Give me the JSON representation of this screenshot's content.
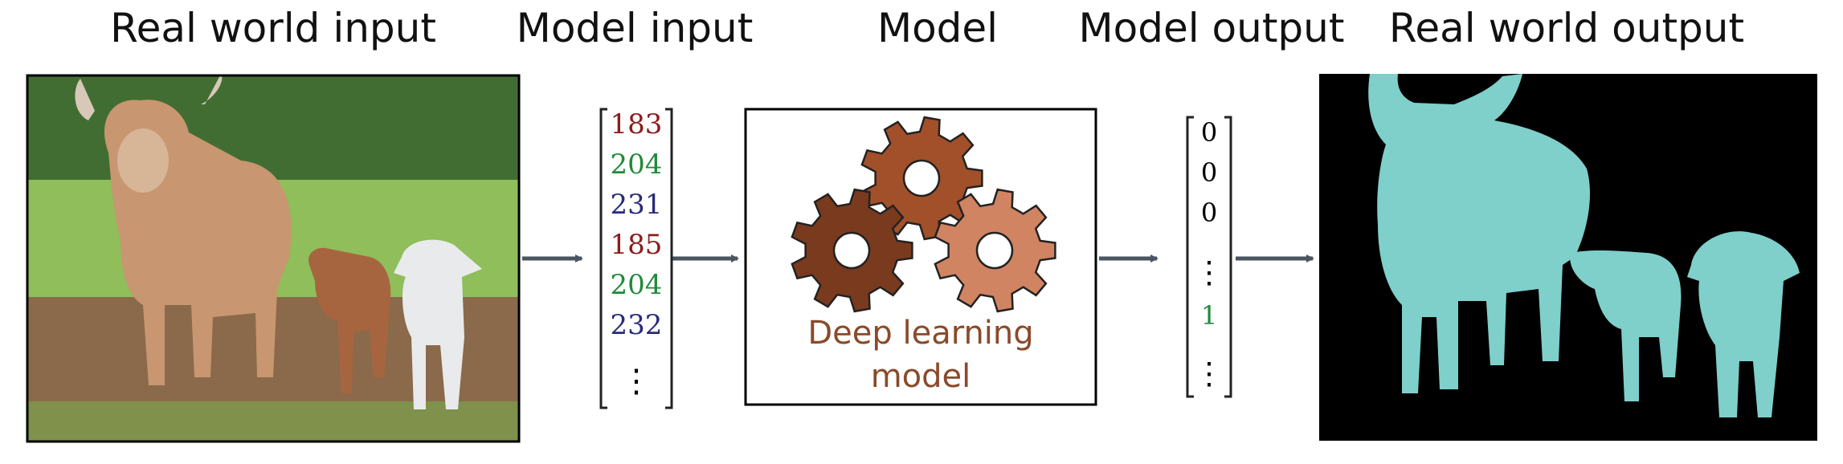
{
  "titles": {
    "real_world_input": "Real world input",
    "model_input": "Model input",
    "model": "Model",
    "model_output": "Model output",
    "real_world_output": "Real world output"
  },
  "model_input_vector": {
    "values": [
      "183",
      "204",
      "231",
      "185",
      "204",
      "232"
    ],
    "colors": [
      "#8b1c1c",
      "#1f8a3a",
      "#2a2a7a",
      "#8b1c1c",
      "#1f8a3a",
      "#2a2a7a"
    ],
    "ellipsis": "⋮"
  },
  "model_box": {
    "label_line1": "Deep learning",
    "label_line2": "model",
    "label_color": "#8a4a2a",
    "gear_colors": [
      "#a2502a",
      "#7a3a1e",
      "#d08462"
    ]
  },
  "model_output_vector": {
    "values": [
      "0",
      "0",
      "0"
    ],
    "ellipsis": "⋮",
    "highlight_value": "1",
    "highlight_color": "#1f8a3a"
  },
  "segmentation": {
    "background_color": "#000000",
    "mask_color": "#7fcfcb"
  },
  "photo": {
    "sky_color": "#4f7a3c",
    "grass_color": "#8fbe5a",
    "ground_color": "#8a6a4a"
  }
}
